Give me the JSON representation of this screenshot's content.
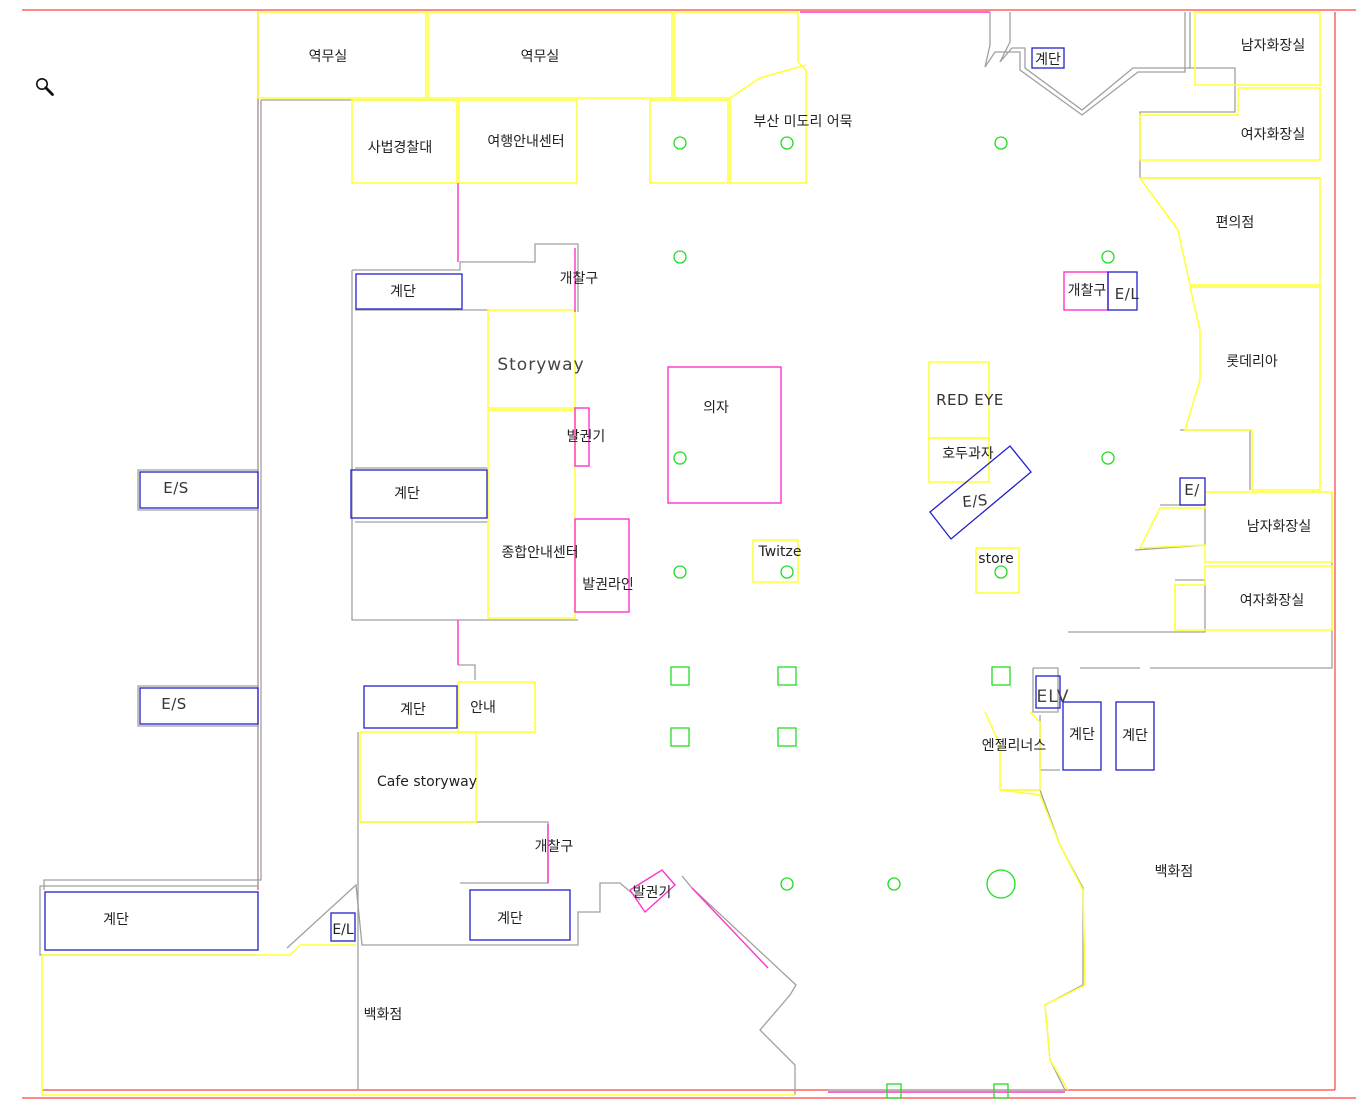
{
  "colors": {
    "boundary": "#ff4040",
    "wall": "#a0a0a0",
    "shop": "#ffff33",
    "stairs": "#2020cc",
    "gate": "#ff33cc",
    "pillar": "#22dd22"
  },
  "toolbar": {
    "search_icon": "search-icon"
  },
  "rooms": {
    "station_office_1": "역무실",
    "station_office_2": "역무실",
    "police": "사법경찰대",
    "tour_info": "여행안내센터",
    "busan_eomuk": "부산 미도리 어묵",
    "convenience": "편의점",
    "mens_rest_top": "남자화장실",
    "womens_rest_top": "여자화장실",
    "lotteria": "롯데리아",
    "mens_rest_mid": "남자화장실",
    "womens_rest_mid": "여자화장실",
    "storyway": "Storyway",
    "general_info": "종합안내센터",
    "chairs": "의자",
    "red_eye": "RED EYE",
    "walnut_cake": "호두과자",
    "twitze": "Twitze",
    "store": "store",
    "info": "안내",
    "cafe_storyway": "Cafe storyway",
    "angel_in_us": "엔젤리너스",
    "dept_store_right": "백화점",
    "dept_store_bottom": "백화점"
  },
  "facilities": {
    "stairs_top": "계단",
    "stairs_left_upper": "계단",
    "stairs_left_mid": "계단",
    "stairs_info": "계단",
    "stairs_lower": "계단",
    "stairs_bottom_left": "계단",
    "stairs_right_1": "계단",
    "stairs_right_2": "계단",
    "es_left_1": "E/S",
    "es_left_2": "E/S",
    "es_center": "E/S",
    "el_right": "E/L",
    "el_bottom": "E/L",
    "es_right_partial": "E/",
    "elv": "ELV",
    "gate_upper_left": "개찰구",
    "gate_right": "개찰구",
    "gate_lower": "개찰구",
    "ticket_machine_1": "발권기",
    "ticket_machine_2": "발권기",
    "ticket_line": "발권라인"
  }
}
